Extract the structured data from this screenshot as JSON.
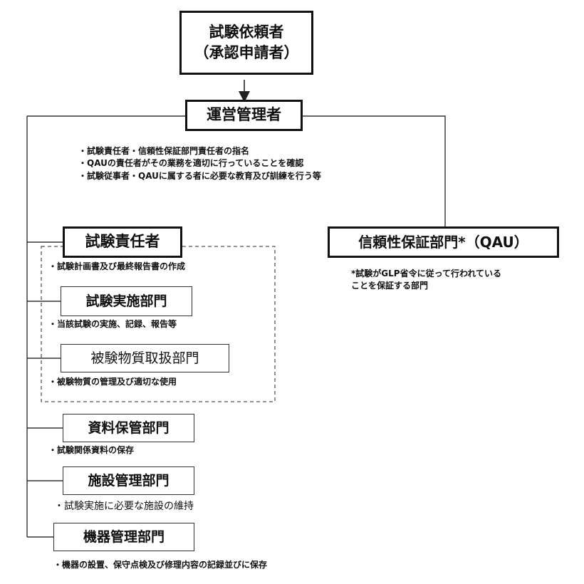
{
  "nodes": {
    "requester": {
      "line1": "試験依頼者",
      "line2": "（承認申請者）"
    },
    "management": {
      "label": "運営管理者",
      "duties": [
        "・試験責任者・信頼性保証部門責任者の指名",
        "・QAUの責任者がその業務を適切に行っていることを確認",
        "・試験従事者・QAUに属する者に必要な教育及び訓練を行う等"
      ]
    },
    "study_director": {
      "label": "試験責任者",
      "duty": "・試験計画書及び最終報告書の作成"
    },
    "testing_dept": {
      "label": "試験実施部門",
      "duty": "・当該試験の実施、記録、報告等"
    },
    "test_article_dept": {
      "label": "被験物質取扱部門",
      "duty": "・被験物質の管理及び適切な使用"
    },
    "archive_dept": {
      "label": "資料保管部門",
      "duty": "・試験関係資料の保存"
    },
    "facility_dept": {
      "label": "施設管理部門",
      "duty": "・試験実施に必要な施設の維持"
    },
    "equipment_dept": {
      "label": "機器管理部門",
      "duty": "・機器の設置、保守点検及び修理内容の記録並びに保存"
    },
    "qau": {
      "label": "信頼性保証部門*（QAU）",
      "note_line1": "*試験がGLP省令に従って行われている",
      "note_line2": "ことを保証する部門"
    }
  }
}
